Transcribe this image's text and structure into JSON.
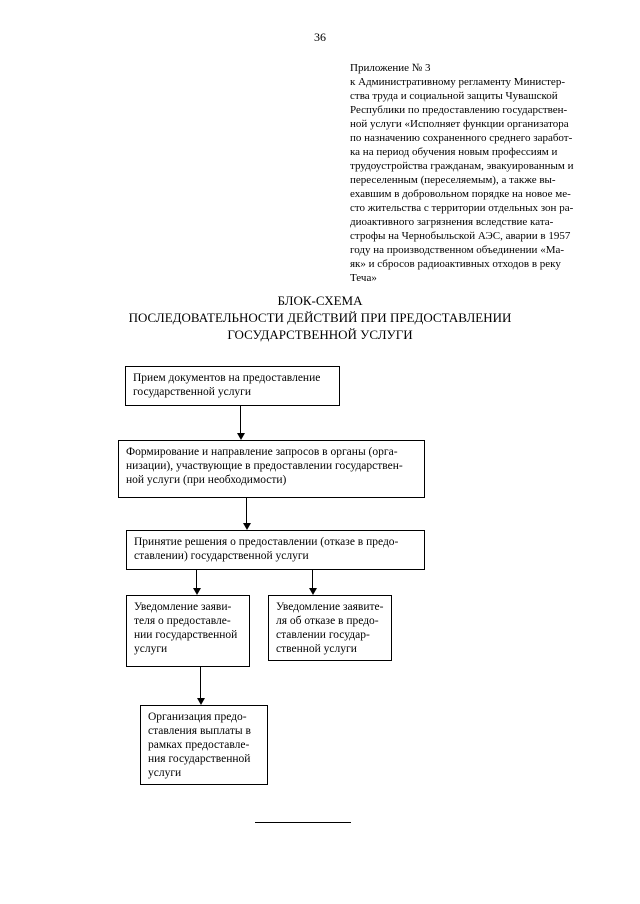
{
  "page": {
    "number": "36"
  },
  "appendix": {
    "text": "Приложение № 3\nк Административному регламенту Министер-\nства труда и социальной защиты Чувашской\nРеспублики по предоставлению государствен-\nной услуги «Исполняет функции организатора\nпо назначению сохраненного среднего заработ-\nка на период обучения новым профессиям и\nтрудоустройства гражданам, эвакуированным и\nпереселенным (переселяемым), а также вы-\nехавшим в добровольном порядке на новое ме-\nсто жительства с территории отдельных зон ра-\nдиоактивного загрязнения вследствие ката-\nстрофы на Чернобыльской АЭС, аварии в 1957\nгоду на производственном объединении «Ма-\nяк» и сбросов радиоактивных отходов в реку\nТеча»"
  },
  "title": {
    "text": "БЛОК-СХЕМА\nПОСЛЕДОВАТЕЛЬНОСТИ ДЕЙСТВИЙ ПРИ ПРЕДОСТАВЛЕНИИ\nГОСУДАРСТВЕННОЙ УСЛУГИ"
  },
  "flowchart": {
    "nodes": [
      {
        "id": "receive-documents",
        "text": "Прием документов на предоставление\nгосударственной услуги"
      },
      {
        "id": "form-requests",
        "text": "Формирование и направление запросов в органы (орга-\nнизации), участвующие в предоставлении государствен-\nной услуги (при необходимости)"
      },
      {
        "id": "decision",
        "text": "Принятие решения о предоставлении (отказе в предо-\nставлении) государственной услуги"
      },
      {
        "id": "notify-approval",
        "text": "Уведомление заяви-\nтеля о предоставле-\nнии государственной\nуслуги"
      },
      {
        "id": "notify-refusal",
        "text": "Уведомление заявите-\nля об отказе в предо-\nставлении государ-\nственной услуги"
      },
      {
        "id": "organize-payment",
        "text": "Организация предо-\nставления выплаты в\nрамках предоставле-\nния государственной\nуслуги"
      }
    ]
  }
}
